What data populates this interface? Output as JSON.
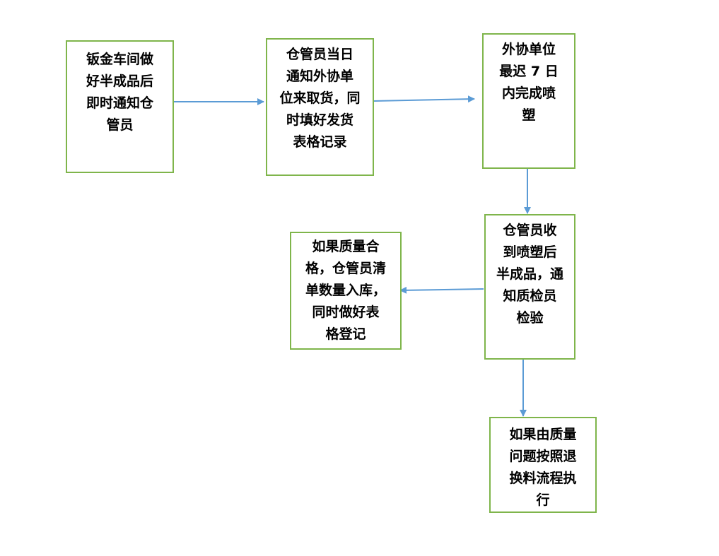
{
  "colors": {
    "box_border": "#7fb54b",
    "arrow": "#5b9bd5",
    "text": "#000000"
  },
  "nodes": [
    {
      "id": "n1",
      "lines": [
        "钣金车间做",
        "好半成品后",
        "即时通知仓",
        "管员"
      ]
    },
    {
      "id": "n2",
      "lines": [
        "仓管员当日",
        "通知外协单",
        "位来取货，同",
        "时填好发货",
        "表格记录"
      ]
    },
    {
      "id": "n3",
      "lines": [
        "外协单位",
        "最迟 7 日",
        "内完成喷",
        "塑"
      ]
    },
    {
      "id": "n4",
      "lines": [
        "仓管员收",
        "到喷塑后",
        "半成品，通",
        "知质检员",
        "检验"
      ]
    },
    {
      "id": "n5",
      "lines": [
        "如果质量合",
        "格，仓管员清",
        "单数量入库，",
        "同时做好表",
        "格登记"
      ]
    },
    {
      "id": "n6",
      "lines": [
        "如果由质量",
        "问题按照退",
        "换料流程执",
        "行"
      ]
    }
  ],
  "edges": [
    {
      "from": "n1",
      "to": "n2"
    },
    {
      "from": "n2",
      "to": "n3"
    },
    {
      "from": "n3",
      "to": "n4"
    },
    {
      "from": "n4",
      "to": "n5"
    },
    {
      "from": "n4",
      "to": "n6"
    }
  ]
}
